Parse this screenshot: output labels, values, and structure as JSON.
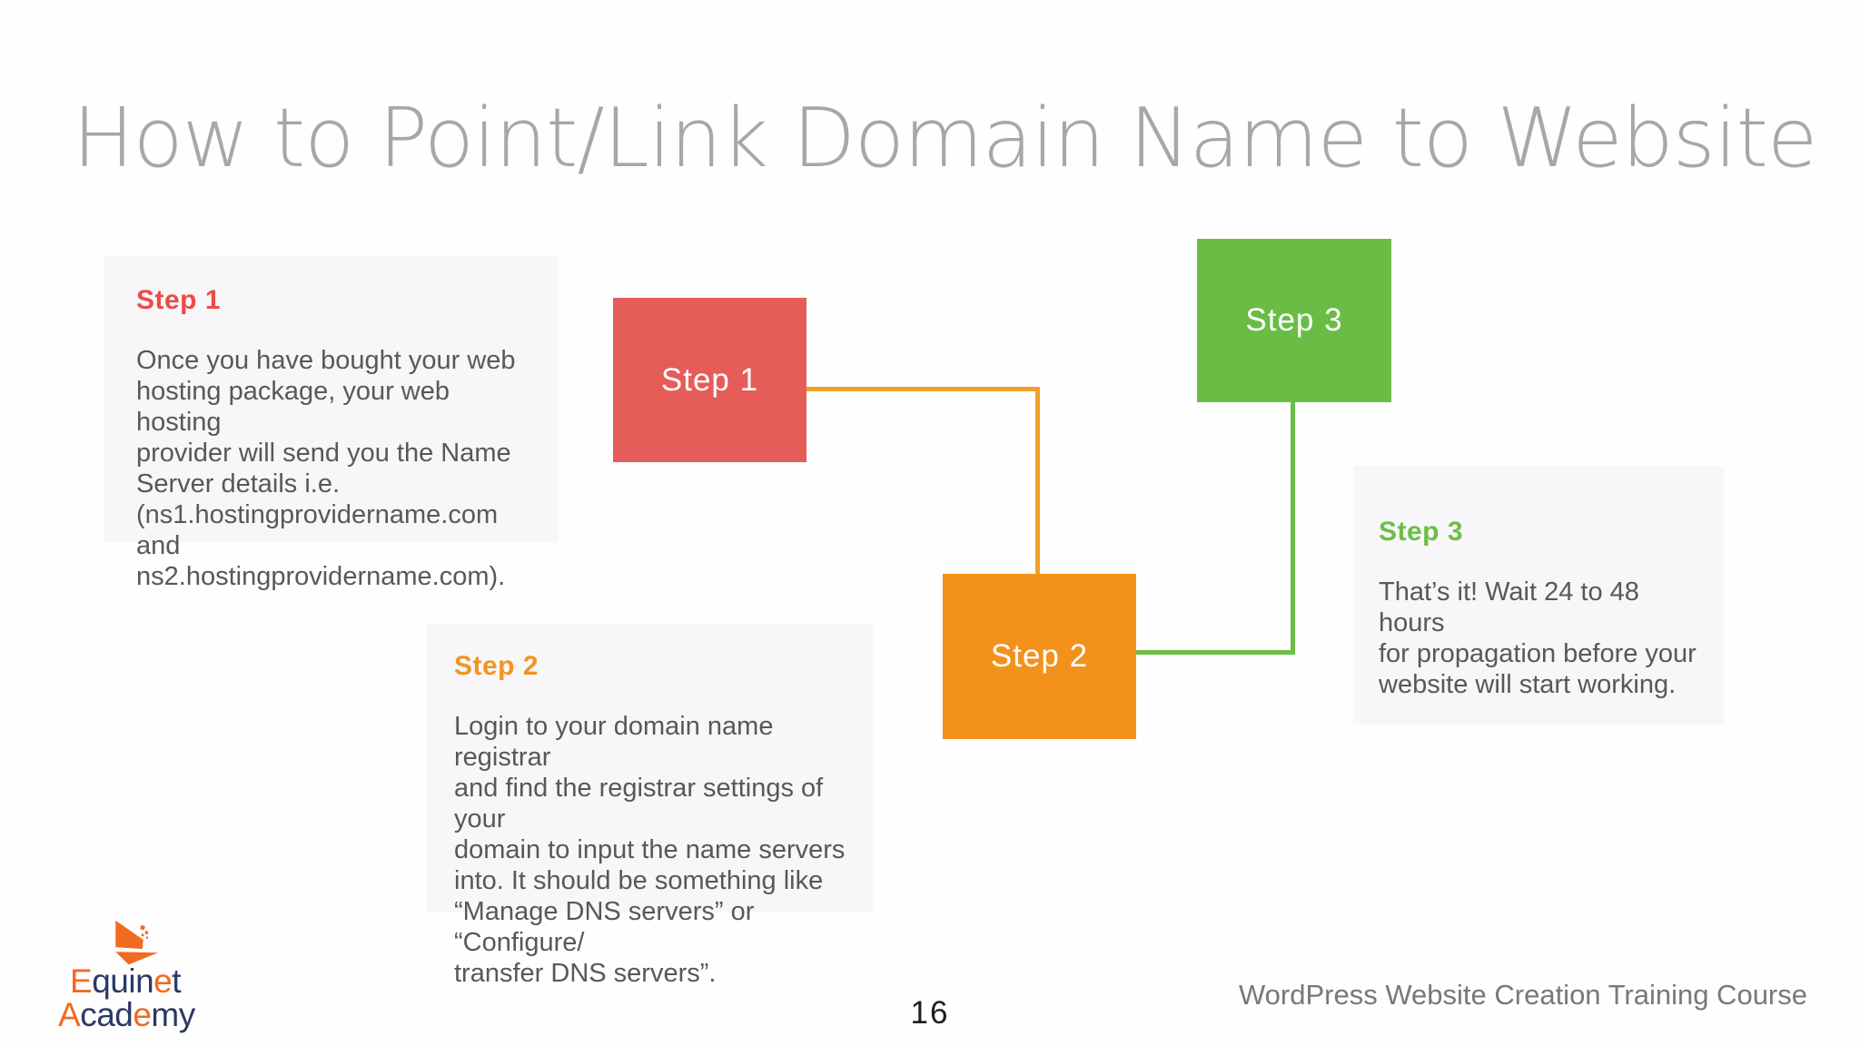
{
  "title": "How to Point/Link Domain Name to Website",
  "diagram": {
    "node1": {
      "label": "Step 1"
    },
    "node2": {
      "label": "Step 2"
    },
    "node3": {
      "label": "Step 3"
    }
  },
  "panels": {
    "step1": {
      "heading": "Step 1",
      "body": "Once you have bought your web\nhosting package, your web hosting\nprovider will send you the Name\nServer details i.e.\n(ns1.hostingprovidername.com and\nns2.hostingprovidername.com)."
    },
    "step2": {
      "heading": "Step 2",
      "body": "Login to your domain name registrar\nand find the registrar settings of your\ndomain to input the name servers\ninto. It should be something like\n“Manage DNS servers” or “Configure/\ntransfer DNS servers”."
    },
    "step3": {
      "heading": "Step 3",
      "body": "That’s it! Wait 24 to 48 hours\nfor propagation before your\nwebsite will start working."
    }
  },
  "logo": {
    "icon": "laptop-icon",
    "line1": [
      {
        "t": "E",
        "c": "orange"
      },
      {
        "t": "quin",
        "c": "navy"
      },
      {
        "t": "e",
        "c": "orange"
      },
      {
        "t": "t",
        "c": "navy"
      }
    ],
    "line2": [
      {
        "t": "A",
        "c": "orange"
      },
      {
        "t": "cad",
        "c": "navy"
      },
      {
        "t": "e",
        "c": "orange"
      },
      {
        "t": "my",
        "c": "navy"
      }
    ]
  },
  "footer": {
    "page_number": "16",
    "course": "WordPress Website Creation Training Course"
  },
  "colors": {
    "title_gray": "#a7a7a7",
    "node1_red": "#e65c59",
    "node2_orange": "#f2921d",
    "node3_green": "#6abd44",
    "heading1_red": "#ee4b46",
    "heading2_orange": "#f29420",
    "heading3_green": "#6cbf46",
    "connector_orange": "#f0a028",
    "connector_green": "#6cbe45",
    "panel_background": "#f7f6f8",
    "body_text": "#58585a",
    "logo_navy": "#2b3a64",
    "logo_orange": "#f16a22"
  }
}
